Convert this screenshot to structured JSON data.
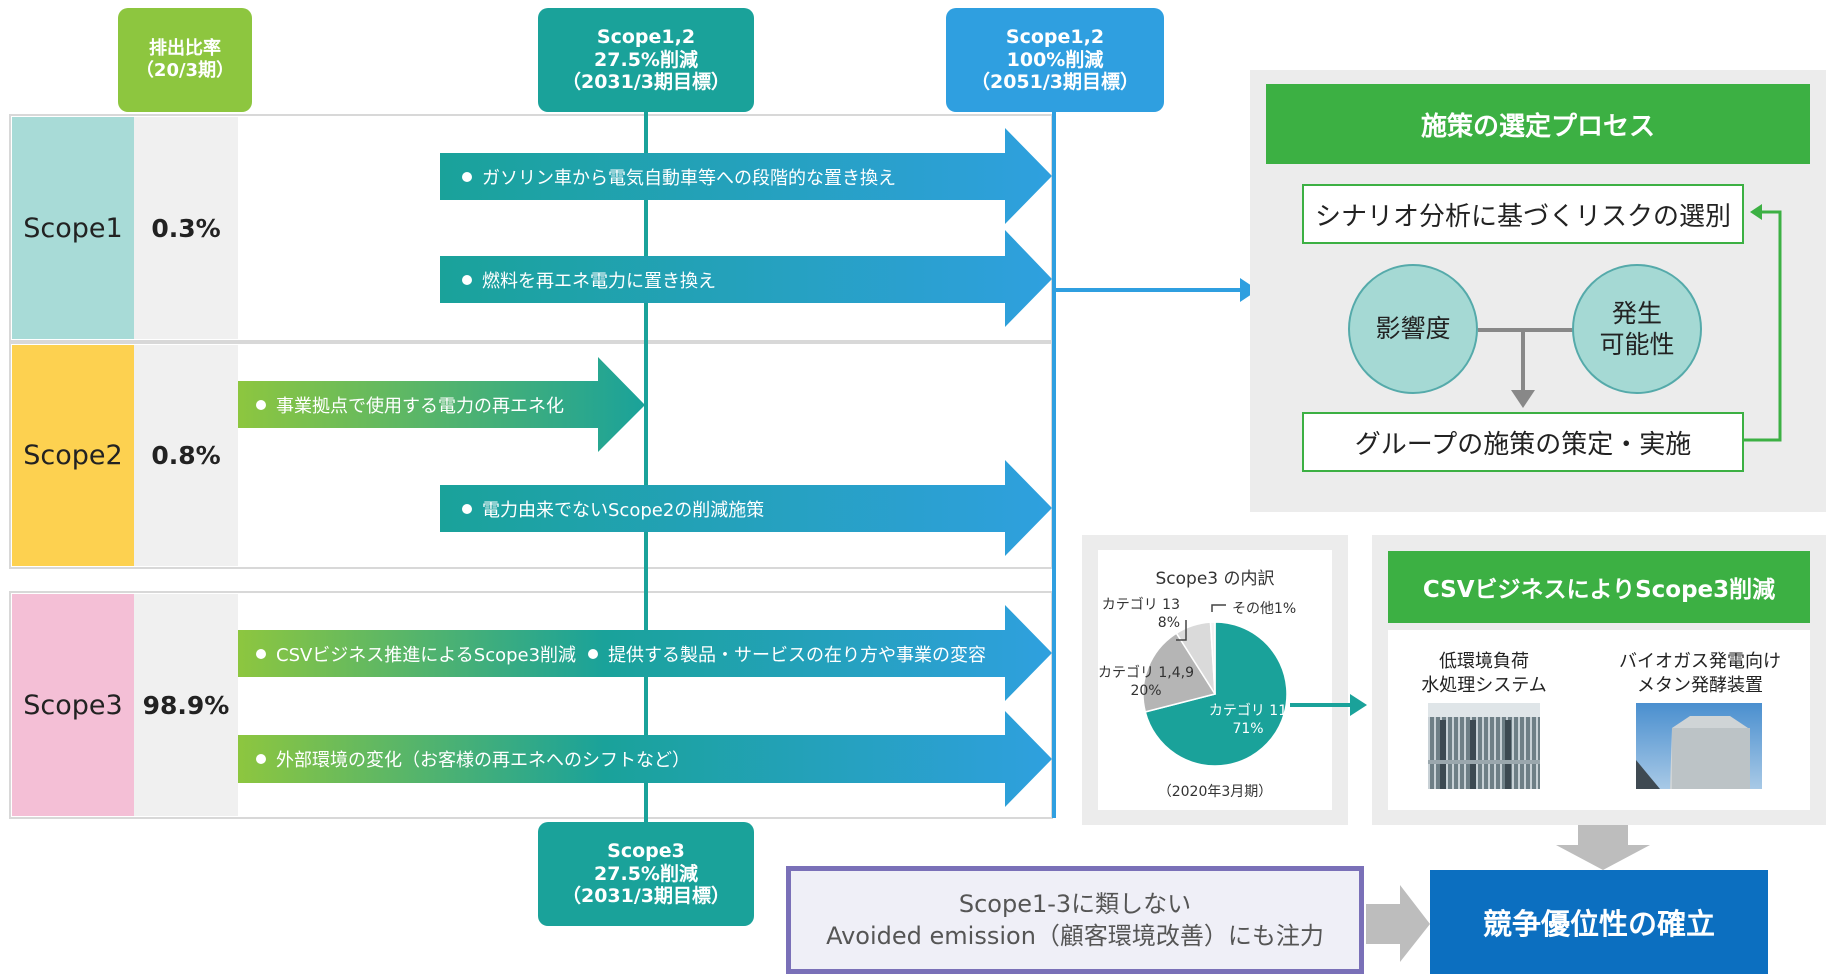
{
  "header": {
    "ratio_pill": {
      "line1": "排出比率",
      "line2": "（20/3期）",
      "color": "#8dc63f"
    },
    "target_2031": {
      "line1": "Scope1,2",
      "line2": "27.5%削減",
      "line3": "（2031/3期目標）",
      "color": "#1aa29a"
    },
    "target_2051": {
      "line1": "Scope1,2",
      "line2": "100%削減",
      "line3": "（2051/3期目標）",
      "color": "#2f9fe0"
    },
    "target_scope3": {
      "line1": "Scope3",
      "line2": "27.5%削減",
      "line3": "（2031/3期目標）",
      "color": "#1aa29a"
    }
  },
  "rows": [
    {
      "name": "Scope1",
      "ratio": "0.3%",
      "color": "#a8dbd7",
      "actions": [
        "ガソリン車から電気自動車等への段階的な置き換え",
        "燃料を再エネ電力に置き換え"
      ]
    },
    {
      "name": "Scope2",
      "ratio": "0.8%",
      "color": "#fdd150",
      "actions": [
        "事業拠点で使用する電力の再エネ化",
        "電力由来でないScope2の削減施策"
      ]
    },
    {
      "name": "Scope3",
      "ratio": "98.9%",
      "color": "#f4bfd6",
      "actions": [
        "CSVビジネス推進によるScope3削減",
        "提供する製品・サービスの在り方や事業の変容",
        "外部環境の変化（お客様の再エネへのシフトなど）"
      ]
    }
  ],
  "process": {
    "title": "施策の選定プロセス",
    "step1": "シナリオ分析に基づくリスクの選別",
    "circle_left": "影響度",
    "circle_right_l1": "発生",
    "circle_right_l2": "可能性",
    "step2": "グループの施策の策定・実施"
  },
  "pie": {
    "title": "Scope3 の内訳",
    "footnote": "（2020年3月期）",
    "label_cat11_name": "カテゴリ 11",
    "label_cat11_pct": "71%",
    "label_cat149_name": "カテゴリ 1,4,9",
    "label_cat149_pct": "20%",
    "label_cat13_name": "カテゴリ 13",
    "label_cat13_pct": "8%",
    "label_other": "その他1%"
  },
  "chart_data": {
    "type": "pie",
    "title": "Scope3 の内訳",
    "categories": [
      "カテゴリ 11",
      "カテゴリ 1,4,9",
      "カテゴリ 13",
      "その他"
    ],
    "values": [
      71,
      20,
      8,
      1
    ],
    "colors": [
      "#1aa29a",
      "#b5b5b5",
      "#dadada",
      "#f2f2f2"
    ]
  },
  "csv": {
    "title": "CSVビジネスによりScope3削減",
    "item1_l1": "低環境負荷",
    "item1_l2": "水処理システム",
    "item2_l1": "バイオガス発電向け",
    "item2_l2": "メタン発酵装置"
  },
  "avoided": {
    "line1": "Scope1-3に類しない",
    "line2": "Avoided emission（顧客環境改善）にも注力"
  },
  "result": {
    "label": "競争優位性の確立",
    "color": "#0c6fc0"
  }
}
